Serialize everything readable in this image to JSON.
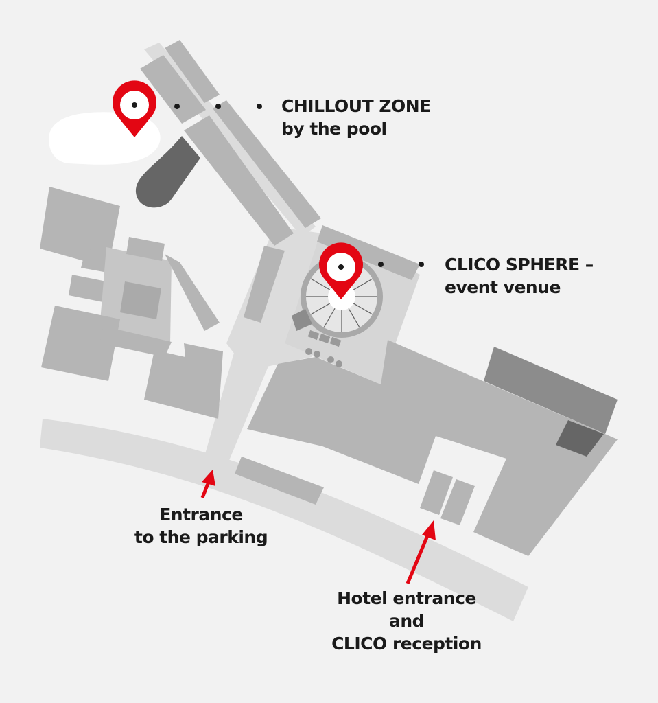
{
  "colors": {
    "background": "#f2f2f2",
    "road": "#dcdcdc",
    "building": "#b5b5b5",
    "building_dark": "#8c8c8c",
    "building_darker": "#666666",
    "accent_red": "#e30613",
    "text": "#1a1a1a"
  },
  "markers": [
    {
      "id": "chillout",
      "icon": "map-pin-icon",
      "label_lines": [
        "CHILLOUT ZONE",
        "by the pool"
      ]
    },
    {
      "id": "sphere",
      "icon": "map-pin-icon",
      "label_lines": [
        "CLICO SPHERE –",
        "event venue"
      ]
    }
  ],
  "entrances": [
    {
      "id": "parking",
      "icon": "arrow-icon",
      "label_lines": [
        "Entrance",
        "to the parking"
      ]
    },
    {
      "id": "hotel",
      "icon": "arrow-icon",
      "label_lines": [
        "Hotel entrance",
        "and",
        "CLICO reception"
      ]
    }
  ]
}
